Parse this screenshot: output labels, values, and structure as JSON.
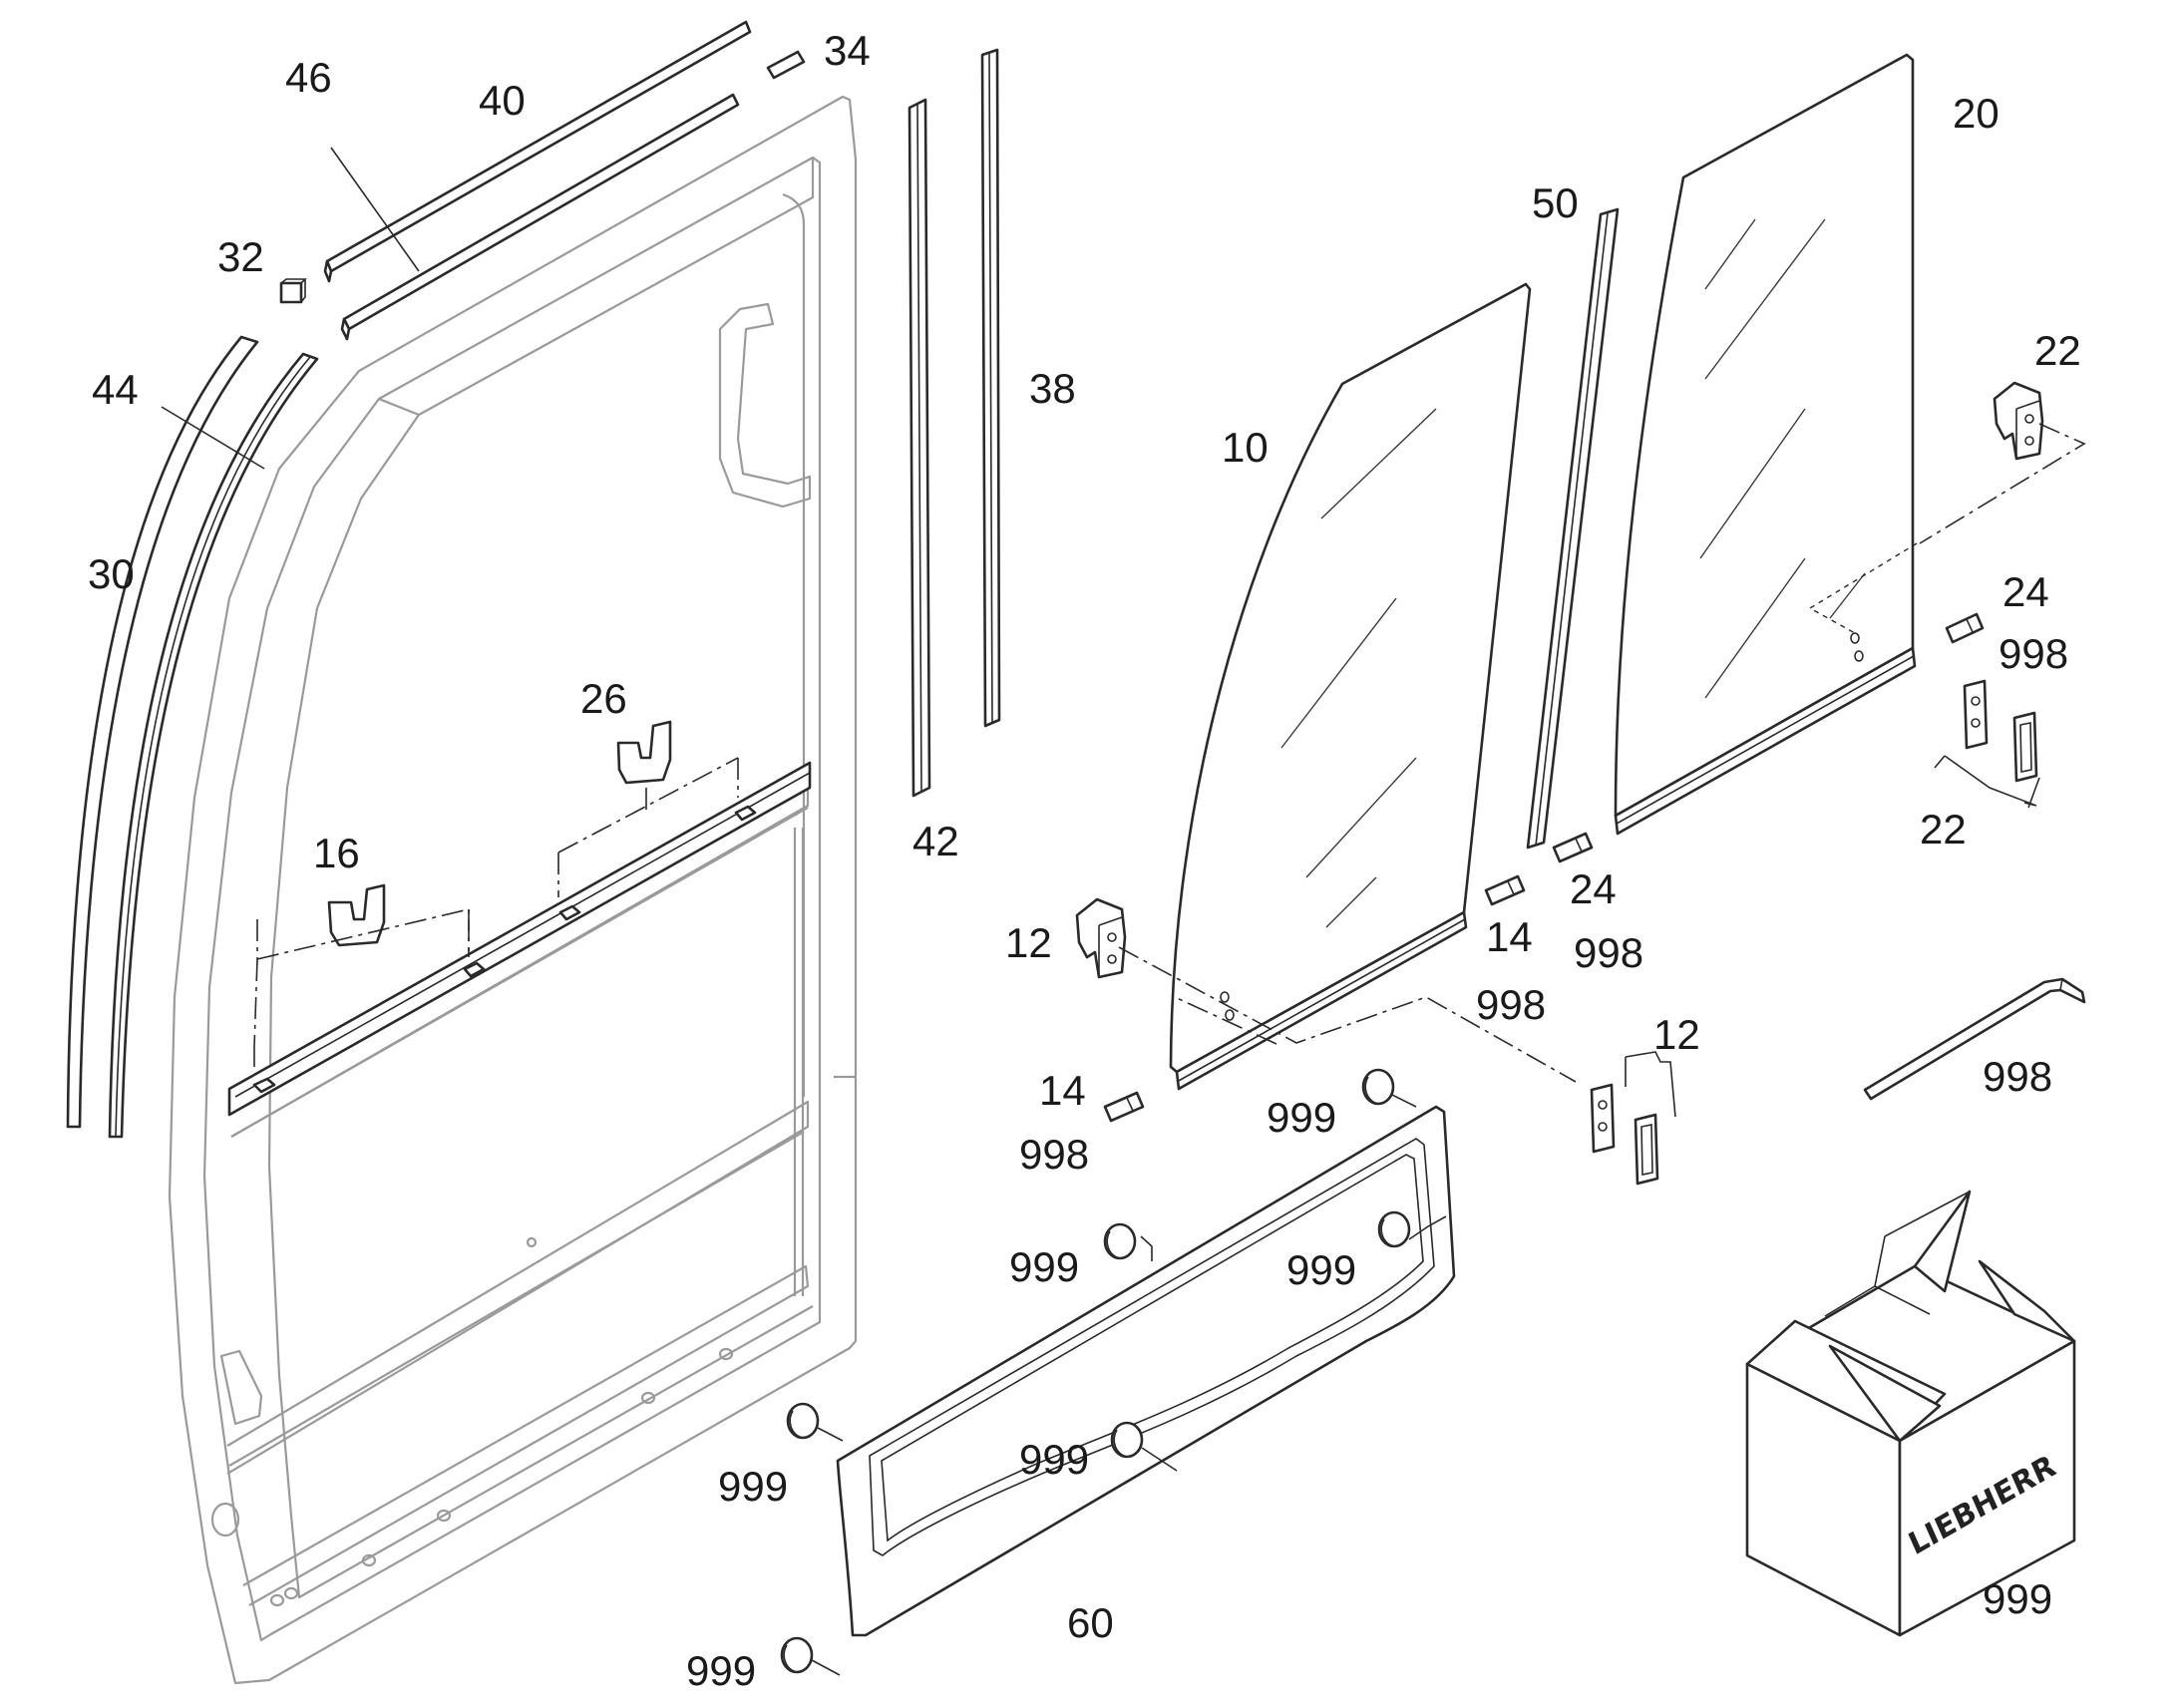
{
  "logo_text": "LIEBHERR",
  "labels": [
    {
      "id": "46",
      "text": "46"
    },
    {
      "id": "40",
      "text": "40"
    },
    {
      "id": "34",
      "text": "34"
    },
    {
      "id": "32",
      "text": "32"
    },
    {
      "id": "44",
      "text": "44"
    },
    {
      "id": "30",
      "text": "30"
    },
    {
      "id": "38",
      "text": "38"
    },
    {
      "id": "42",
      "text": "42"
    },
    {
      "id": "26",
      "text": "26"
    },
    {
      "id": "16",
      "text": "16"
    },
    {
      "id": "10",
      "text": "10"
    },
    {
      "id": "50",
      "text": "50"
    },
    {
      "id": "20",
      "text": "20"
    },
    {
      "id": "22a",
      "text": "22"
    },
    {
      "id": "24a",
      "text": "24"
    },
    {
      "id": "998a",
      "text": "998"
    },
    {
      "id": "22b",
      "text": "22"
    },
    {
      "id": "12a",
      "text": "12"
    },
    {
      "id": "14a",
      "text": "14"
    },
    {
      "id": "24b",
      "text": "24"
    },
    {
      "id": "998b",
      "text": "998"
    },
    {
      "id": "998c",
      "text": "998"
    },
    {
      "id": "12b",
      "text": "12"
    },
    {
      "id": "14b",
      "text": "14"
    },
    {
      "id": "998d",
      "text": "998"
    },
    {
      "id": "999a",
      "text": "999"
    },
    {
      "id": "998e",
      "text": "998"
    },
    {
      "id": "999b",
      "text": "999"
    },
    {
      "id": "999c",
      "text": "999"
    },
    {
      "id": "999d",
      "text": "999"
    },
    {
      "id": "999e",
      "text": "999"
    },
    {
      "id": "60",
      "text": "60"
    },
    {
      "id": "999f",
      "text": "999"
    },
    {
      "id": "999g",
      "text": "999"
    }
  ]
}
